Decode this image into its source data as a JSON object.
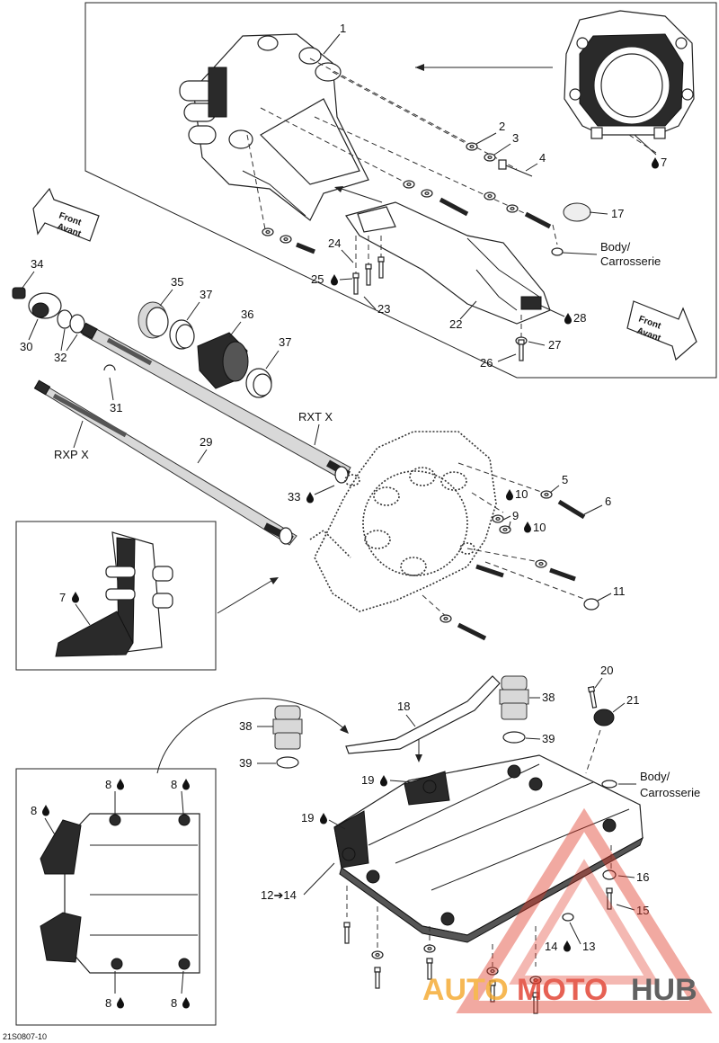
{
  "diagram_code": "21S0807-10",
  "callouts": {
    "c1": "1",
    "c2": "2",
    "c3": "3",
    "c4": "4",
    "c5": "5",
    "c6": "6",
    "c7_top": "7",
    "c7_inset": "7",
    "c8": "8",
    "c9": "9",
    "c10a": "10",
    "c10b": "10",
    "c11": "11",
    "c12": "12➔14",
    "c13": "13",
    "c14": "14",
    "c15": "15",
    "c16": "16",
    "c17": "17",
    "c18": "18",
    "c19a": "19",
    "c19b": "19",
    "c20": "20",
    "c21": "21",
    "c22": "22",
    "c23": "23",
    "c24": "24",
    "c25": "25",
    "c26": "26",
    "c27": "27",
    "c28": "28",
    "c29": "29",
    "c30": "30",
    "c31": "31",
    "c32": "32",
    "c33": "33",
    "c34": "34",
    "c35": "35",
    "c36": "36",
    "c37a": "37",
    "c37b": "37",
    "c38a": "38",
    "c38b": "38",
    "c39a": "39",
    "c39b": "39"
  },
  "labels": {
    "body_top": [
      "Body/",
      "Carrosserie"
    ],
    "body_bottom": [
      "Body/",
      "Carrosserie"
    ],
    "rxt": "RXT X",
    "rxp": "RXP X"
  },
  "direction_arrows": {
    "left": [
      "Front",
      "Avant"
    ],
    "right": [
      "Front",
      "Avant"
    ]
  },
  "watermark": {
    "text_a": "AUTO",
    "text_b": "MOTO",
    "text_c": "HUB",
    "color_a": "#f4a72a",
    "color_b": "#e03a2a",
    "color_c": "#3a3a3a"
  },
  "icons": [
    "drop-icon",
    "arrow-icon"
  ]
}
